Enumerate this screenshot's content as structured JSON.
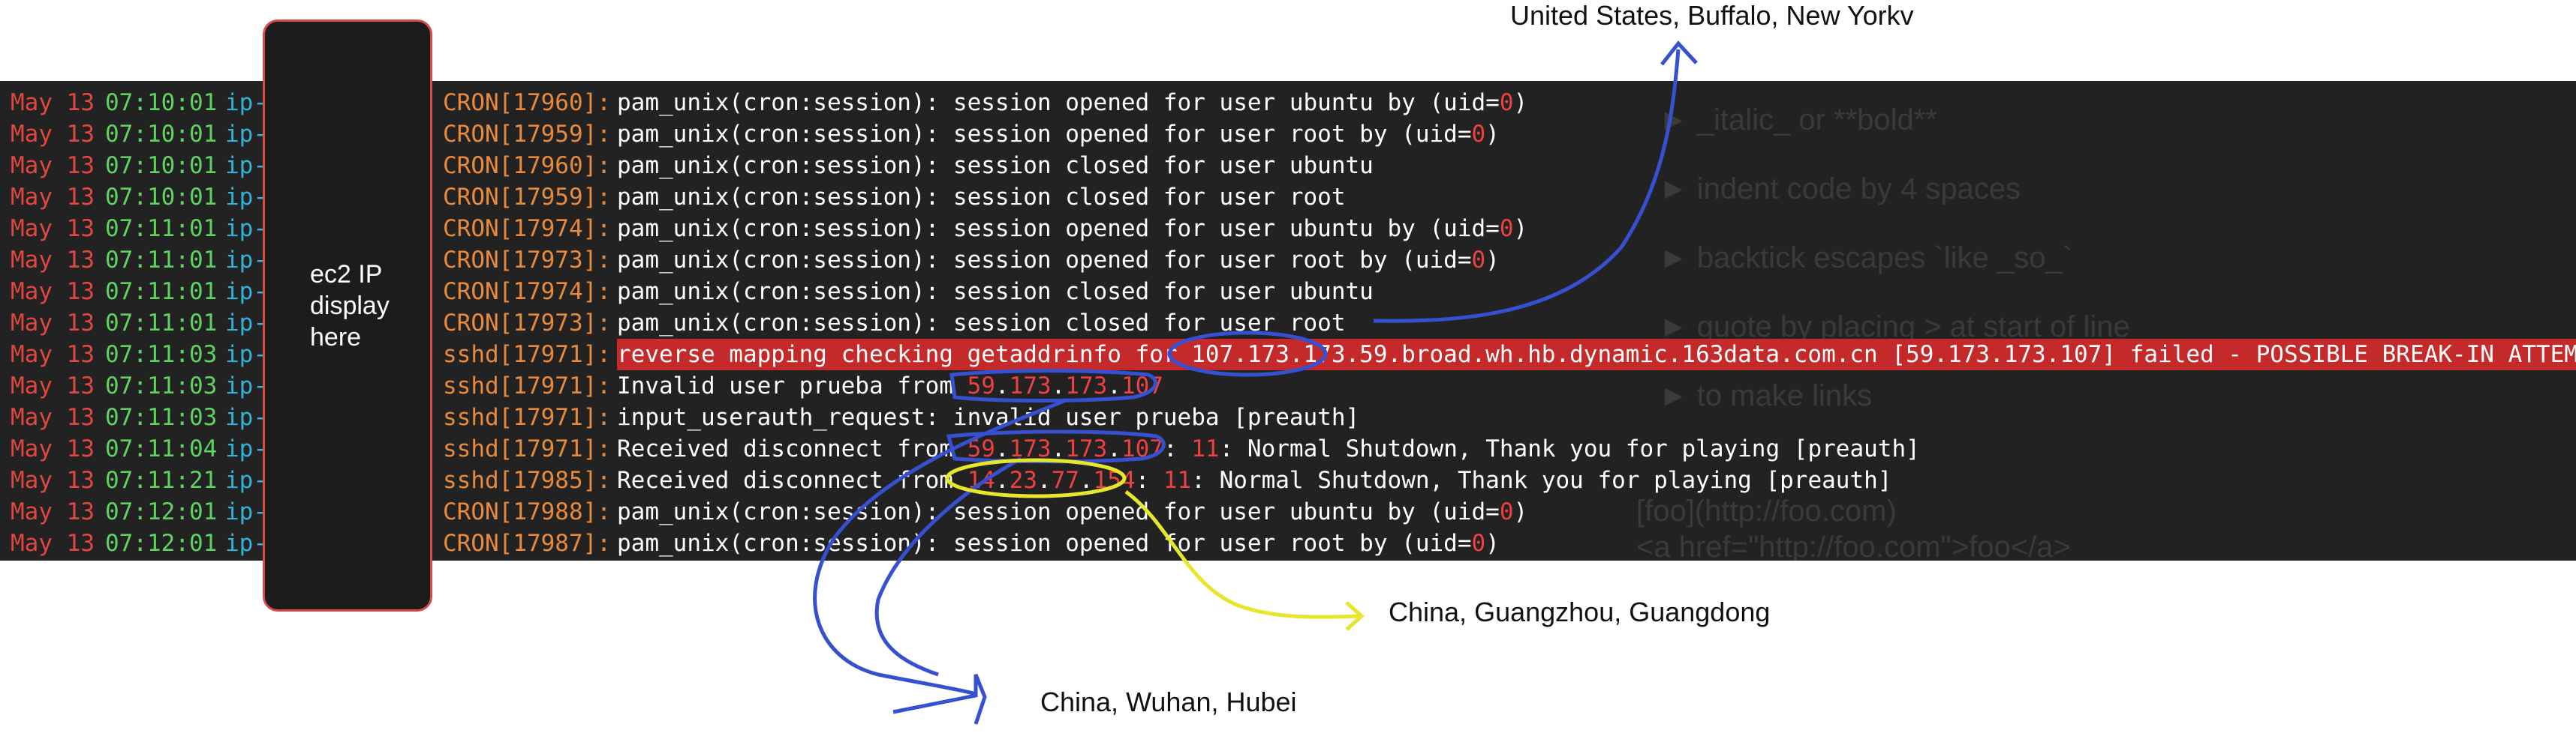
{
  "log_lines": [
    {
      "month": "May",
      "day": "13",
      "time": "07:10:01",
      "host": "ip-",
      "proc": "CRON[17960]:",
      "msg": [
        {
          "t": "pam_unix(cron:session): session opened for user ubuntu by (uid="
        },
        {
          "t": "0",
          "c": "red"
        },
        {
          "t": ")"
        }
      ]
    },
    {
      "month": "May",
      "day": "13",
      "time": "07:10:01",
      "host": "ip-",
      "proc": "CRON[17959]:",
      "msg": [
        {
          "t": "pam_unix(cron:session): session opened for user root by (uid="
        },
        {
          "t": "0",
          "c": "red"
        },
        {
          "t": ")"
        }
      ]
    },
    {
      "month": "May",
      "day": "13",
      "time": "07:10:01",
      "host": "ip-",
      "proc": "CRON[17960]:",
      "msg": [
        {
          "t": "pam_unix(cron:session): session closed for user ubuntu"
        }
      ]
    },
    {
      "month": "May",
      "day": "13",
      "time": "07:10:01",
      "host": "ip-",
      "proc": "CRON[17959]:",
      "msg": [
        {
          "t": "pam_unix(cron:session): session closed for user root"
        }
      ]
    },
    {
      "month": "May",
      "day": "13",
      "time": "07:11:01",
      "host": "ip-",
      "proc": "CRON[17974]:",
      "msg": [
        {
          "t": "pam_unix(cron:session): session opened for user ubuntu by (uid="
        },
        {
          "t": "0",
          "c": "red"
        },
        {
          "t": ")"
        }
      ]
    },
    {
      "month": "May",
      "day": "13",
      "time": "07:11:01",
      "host": "ip-",
      "proc": "CRON[17973]:",
      "msg": [
        {
          "t": "pam_unix(cron:session): session opened for user root by (uid="
        },
        {
          "t": "0",
          "c": "red"
        },
        {
          "t": ")"
        }
      ]
    },
    {
      "month": "May",
      "day": "13",
      "time": "07:11:01",
      "host": "ip-",
      "proc": "CRON[17974]:",
      "msg": [
        {
          "t": "pam_unix(cron:session): session closed for user ubuntu"
        }
      ]
    },
    {
      "month": "May",
      "day": "13",
      "time": "07:11:01",
      "host": "ip-",
      "proc": "CRON[17973]:",
      "msg": [
        {
          "t": "pam_unix(cron:session): session closed for user root"
        }
      ]
    },
    {
      "month": "May",
      "day": "13",
      "time": "07:11:03",
      "host": "ip-",
      "proc": "sshd[17971]:",
      "alert": true,
      "msg": [
        {
          "t": "reverse mapping checking getaddrinfo for 107.173.173.59.broad.wh.hb.dynamic.163data.com.cn [59.173.173.107] failed - POSSIBLE BREAK-IN ATTEMPT!"
        }
      ]
    },
    {
      "month": "May",
      "day": "13",
      "time": "07:11:03",
      "host": "ip-",
      "proc": "sshd[17971]:",
      "msg": [
        {
          "t": "Invalid user prueba from "
        },
        {
          "t": "59",
          "c": "red"
        },
        {
          "t": "."
        },
        {
          "t": "173",
          "c": "red"
        },
        {
          "t": "."
        },
        {
          "t": "173",
          "c": "red"
        },
        {
          "t": "."
        },
        {
          "t": "107",
          "c": "red"
        }
      ]
    },
    {
      "month": "May",
      "day": "13",
      "time": "07:11:03",
      "host": "ip-",
      "proc": "sshd[17971]:",
      "msg": [
        {
          "t": "input_userauth_request: invalid user prueba [preauth]"
        }
      ]
    },
    {
      "month": "May",
      "day": "13",
      "time": "07:11:04",
      "host": "ip-",
      "proc": "sshd[17971]:",
      "msg": [
        {
          "t": "Received disconnect from "
        },
        {
          "t": "59",
          "c": "red"
        },
        {
          "t": "."
        },
        {
          "t": "173",
          "c": "red"
        },
        {
          "t": "."
        },
        {
          "t": "173",
          "c": "red"
        },
        {
          "t": "."
        },
        {
          "t": "107",
          "c": "red"
        },
        {
          "t": ": "
        },
        {
          "t": "11",
          "c": "red"
        },
        {
          "t": ": Normal Shutdown, Thank you for playing [preauth]"
        }
      ]
    },
    {
      "month": "May",
      "day": "13",
      "time": "07:11:21",
      "host": "ip-",
      "proc": "sshd[17985]:",
      "msg": [
        {
          "t": "Received disconnect from "
        },
        {
          "t": "14",
          "c": "red"
        },
        {
          "t": "."
        },
        {
          "t": "23",
          "c": "red"
        },
        {
          "t": "."
        },
        {
          "t": "77",
          "c": "red"
        },
        {
          "t": "."
        },
        {
          "t": "154",
          "c": "red"
        },
        {
          "t": ": "
        },
        {
          "t": "11",
          "c": "red"
        },
        {
          "t": ": Normal Shutdown, Thank you for playing [preauth]"
        }
      ]
    },
    {
      "month": "May",
      "day": "13",
      "time": "07:12:01",
      "host": "ip-",
      "proc": "CRON[17988]:",
      "msg": [
        {
          "t": "pam_unix(cron:session): session opened for user ubuntu by (uid="
        },
        {
          "t": "0",
          "c": "red"
        },
        {
          "t": ")"
        }
      ]
    },
    {
      "month": "May",
      "day": "13",
      "time": "07:12:01",
      "host": "ip-",
      "proc": "CRON[17987]:",
      "msg": [
        {
          "t": "pam_unix(cron:session): session opened for user root by (uid="
        },
        {
          "t": "0",
          "c": "red"
        },
        {
          "t": ")"
        }
      ]
    }
  ],
  "overlay": {
    "ip_placeholder": [
      "ec2 IP",
      "display",
      "here"
    ]
  },
  "annotations": {
    "buffalo": "United States, Buffalo, New Yorkv",
    "guangzhou": "China, Guangzhou, Guangdong",
    "wuhan": "China, Wuhan, Hubei"
  },
  "background_help": {
    "item1": "► _italic_ or **bold**",
    "item2": "► indent code by 4 spaces",
    "item3": "► backtick escapes `like _so_`",
    "item4": "► quote by placing > at start of line",
    "item5": "► to make links",
    "item6": "[foo](http://foo.com)",
    "item7": "<a href=\"http://foo.com\">foo</a>"
  },
  "colors": {
    "terminal_bg": "#222222",
    "month": "#e0473f",
    "time": "#5fd35f",
    "host": "#2fb3d8",
    "process": "#e88a3a",
    "alert_bg": "#c52a2a",
    "blue_annotation": "#3550d0",
    "yellow_annotation": "#e6e62a"
  }
}
